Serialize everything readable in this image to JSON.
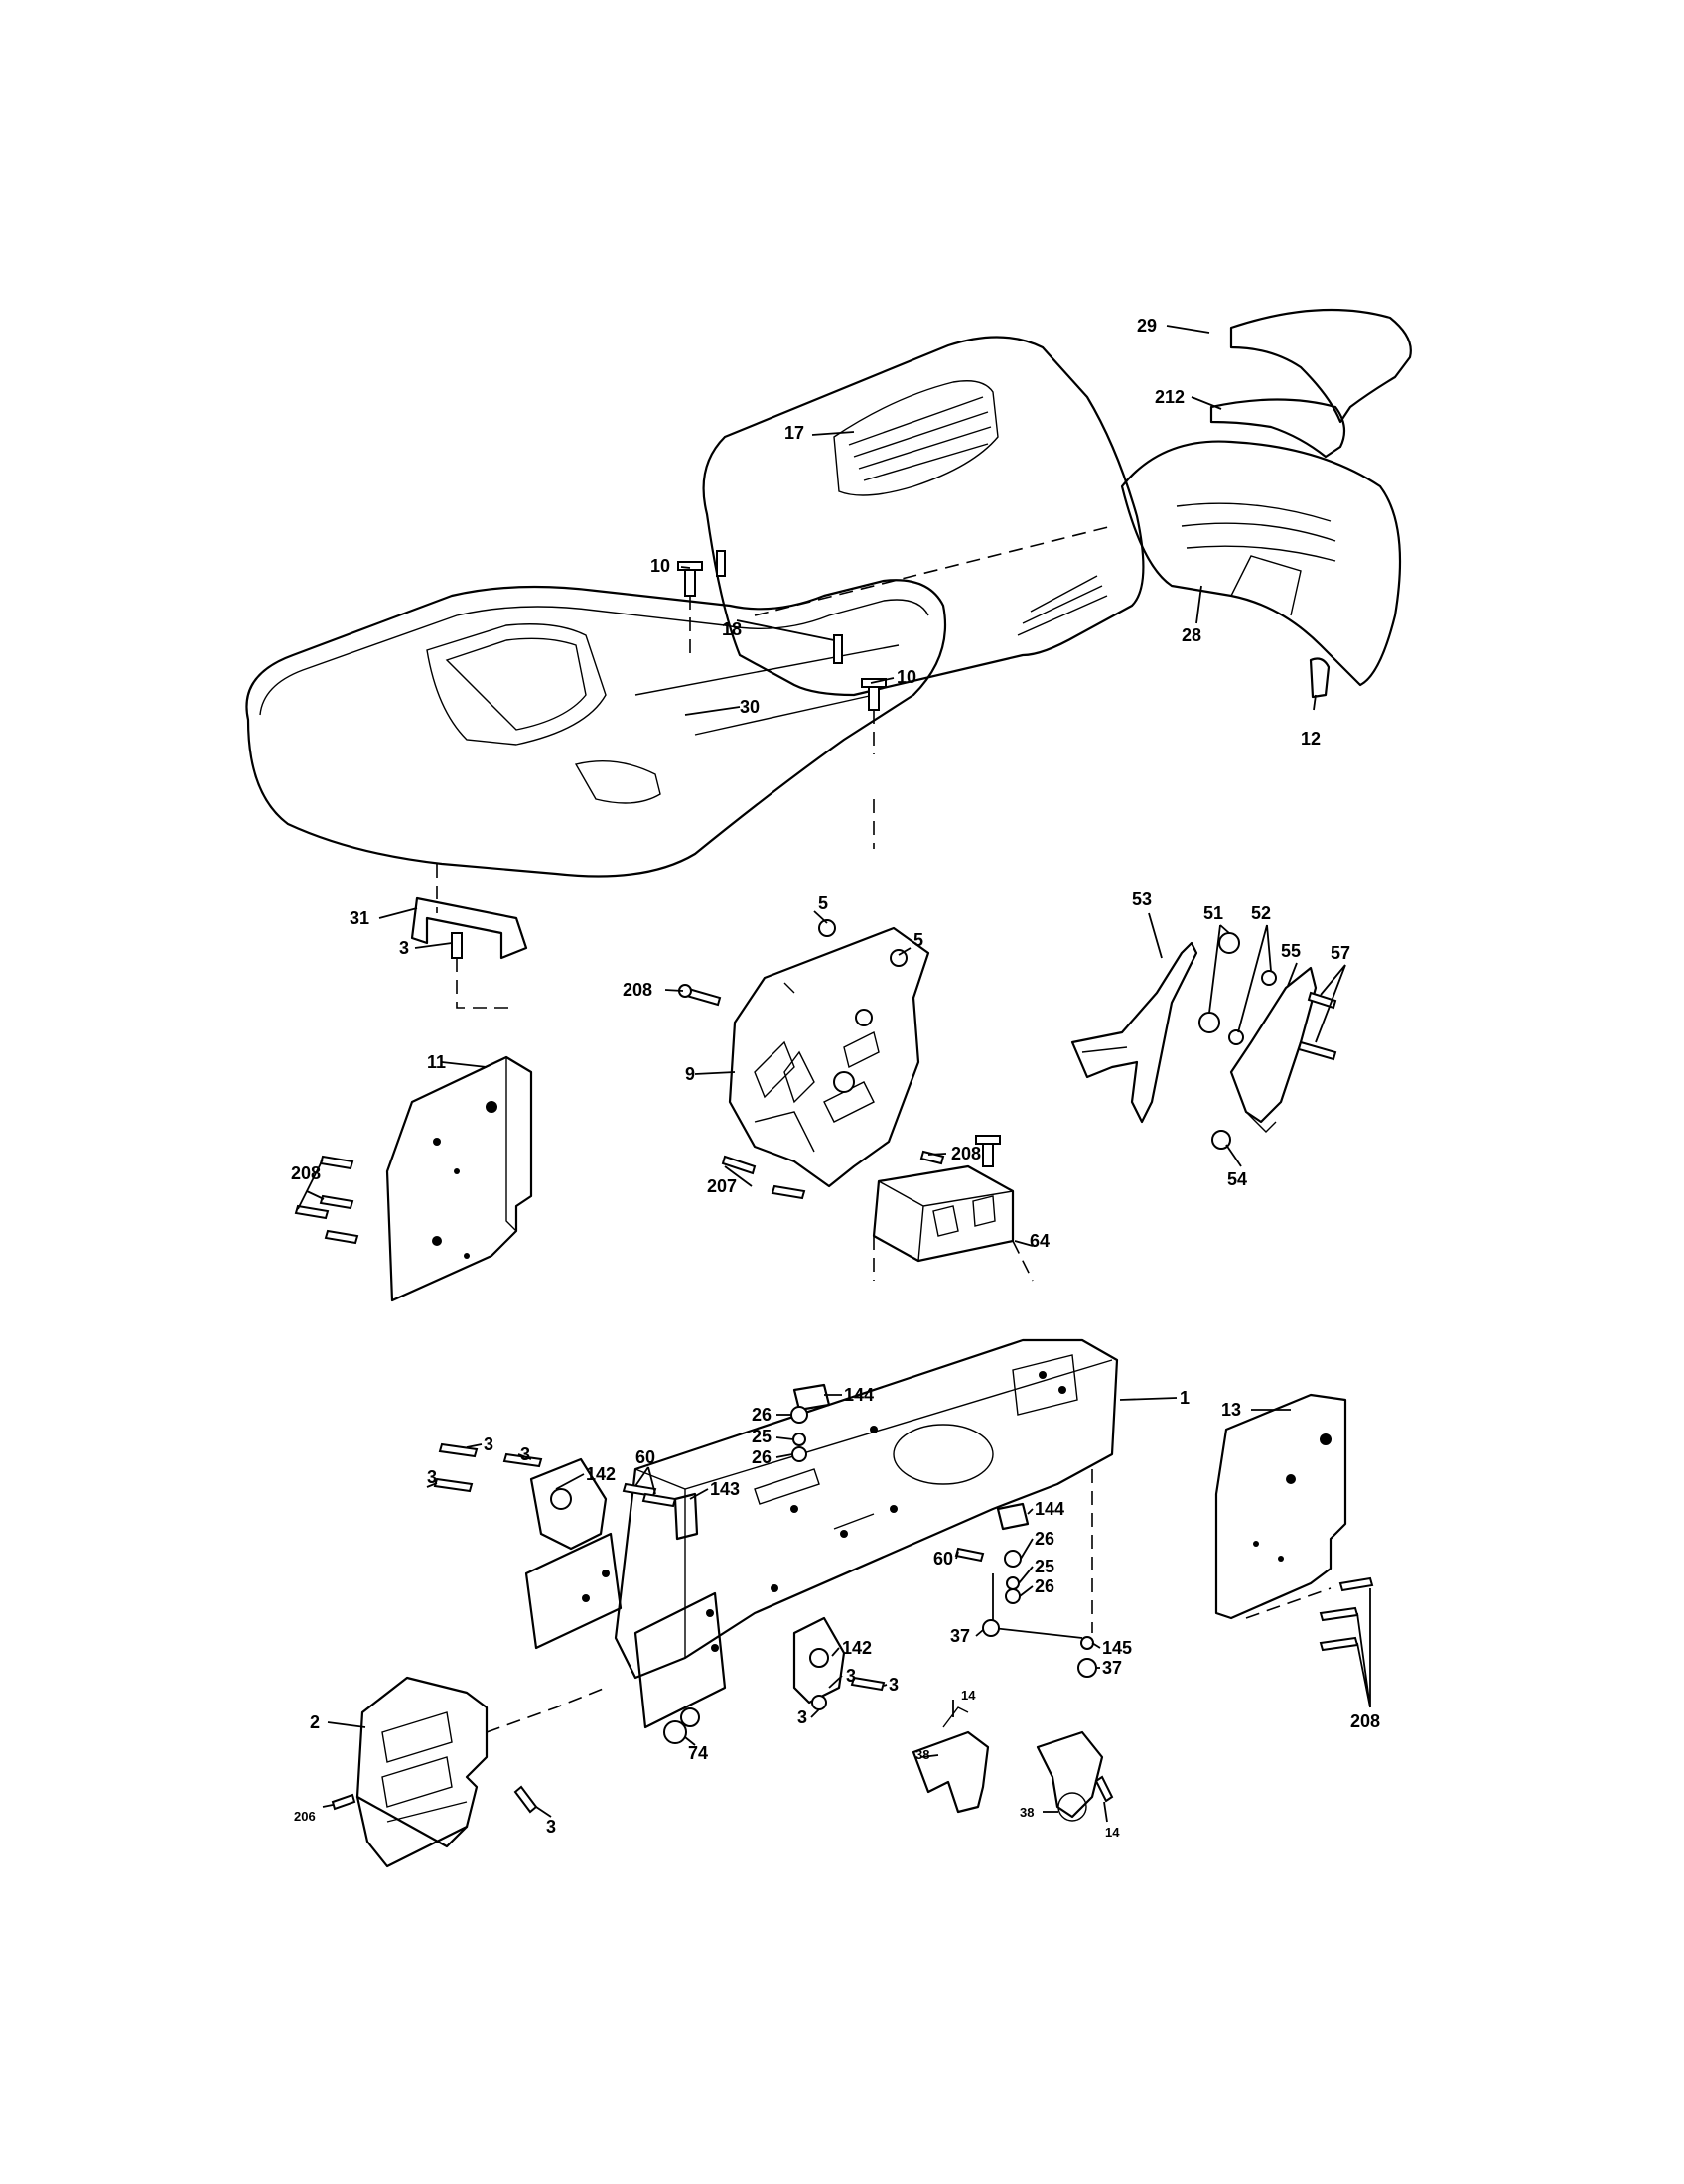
{
  "diagram": {
    "callouts": [
      {
        "id": "c29",
        "label": "29"
      },
      {
        "id": "c212",
        "label": "212"
      },
      {
        "id": "c17",
        "label": "17"
      },
      {
        "id": "c10a",
        "label": "10"
      },
      {
        "id": "c18",
        "label": "18"
      },
      {
        "id": "c10b",
        "label": "10"
      },
      {
        "id": "c30",
        "label": "30"
      },
      {
        "id": "c28",
        "label": "28"
      },
      {
        "id": "c12",
        "label": "12"
      },
      {
        "id": "c31",
        "label": "31"
      },
      {
        "id": "c3a",
        "label": "3"
      },
      {
        "id": "c5a",
        "label": "5"
      },
      {
        "id": "c5b",
        "label": "5"
      },
      {
        "id": "c208a",
        "label": "208"
      },
      {
        "id": "c9",
        "label": "9"
      },
      {
        "id": "c208b",
        "label": "208"
      },
      {
        "id": "c207",
        "label": "207"
      },
      {
        "id": "c64",
        "label": "64"
      },
      {
        "id": "c208c",
        "label": "208"
      },
      {
        "id": "c11",
        "label": "11"
      },
      {
        "id": "c53",
        "label": "53"
      },
      {
        "id": "c51",
        "label": "51"
      },
      {
        "id": "c52",
        "label": "52"
      },
      {
        "id": "c55",
        "label": "55"
      },
      {
        "id": "c57",
        "label": "57"
      },
      {
        "id": "c54",
        "label": "54"
      },
      {
        "id": "c144a",
        "label": "144"
      },
      {
        "id": "c1",
        "label": "1"
      },
      {
        "id": "c13",
        "label": "13"
      },
      {
        "id": "c26a",
        "label": "26"
      },
      {
        "id": "c25a",
        "label": "25"
      },
      {
        "id": "c26b",
        "label": "26"
      },
      {
        "id": "c3b",
        "label": "3"
      },
      {
        "id": "c3c",
        "label": "3"
      },
      {
        "id": "c3d",
        "label": "3"
      },
      {
        "id": "c142a",
        "label": "142"
      },
      {
        "id": "c60a",
        "label": "60"
      },
      {
        "id": "c143",
        "label": "143"
      },
      {
        "id": "c144b",
        "label": "144"
      },
      {
        "id": "c26c",
        "label": "26"
      },
      {
        "id": "c60b",
        "label": "60"
      },
      {
        "id": "c25b",
        "label": "25"
      },
      {
        "id": "c26d",
        "label": "26"
      },
      {
        "id": "c37a",
        "label": "37"
      },
      {
        "id": "c145",
        "label": "145"
      },
      {
        "id": "c37b",
        "label": "37"
      },
      {
        "id": "c142b",
        "label": "142"
      },
      {
        "id": "c3e",
        "label": "3"
      },
      {
        "id": "c3f",
        "label": "3"
      },
      {
        "id": "c3g",
        "label": "3"
      },
      {
        "id": "c208d",
        "label": "208"
      },
      {
        "id": "c2",
        "label": "2"
      },
      {
        "id": "c74",
        "label": "74"
      },
      {
        "id": "c14a",
        "label": "14"
      },
      {
        "id": "c38a",
        "label": "38"
      },
      {
        "id": "c14b",
        "label": "14"
      },
      {
        "id": "c38b",
        "label": "38"
      },
      {
        "id": "c3h",
        "label": "3"
      },
      {
        "id": "c206",
        "label": "206"
      }
    ]
  }
}
